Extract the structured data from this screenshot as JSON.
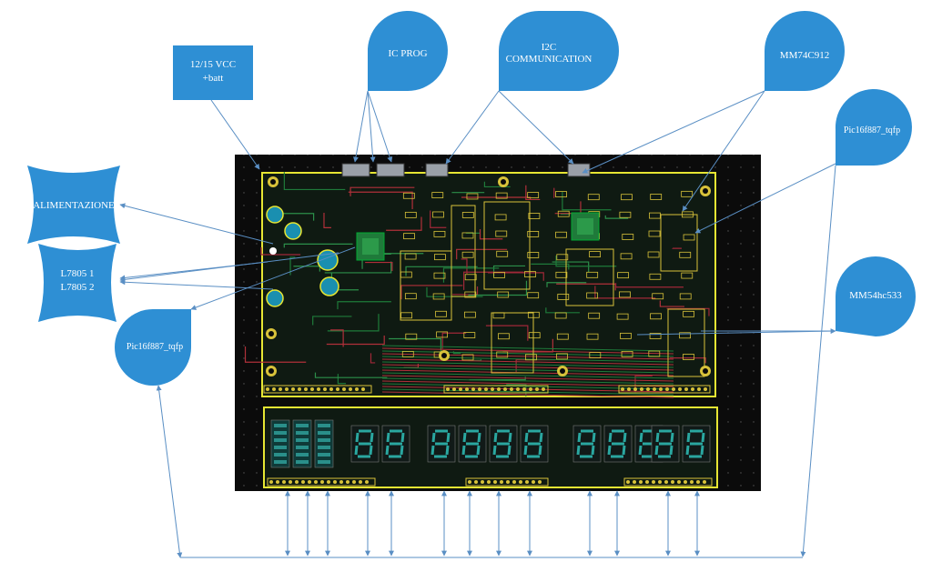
{
  "colors": {
    "callout_fill": "#2e8fd4",
    "arrow": "#5a8fc4",
    "board_bg": "#0b0b0b",
    "board_outline": "#e6e633",
    "copper_green": "#1f7a3a",
    "copper_red": "#b0303a",
    "pad": "#d8c23a",
    "display_segment": "#2aa7a0"
  },
  "callouts": {
    "vcc": {
      "line1": "12/15 VCC",
      "line2": "+batt",
      "shape": "rectangle-with-corner"
    },
    "ic_prog": {
      "text": "IC PROG",
      "shape": "teardrop"
    },
    "i2c": {
      "line1": "I2C",
      "line2": "COMMUNICATION",
      "shape": "teardrop"
    },
    "mm74c912": {
      "text": "MM74C912",
      "shape": "teardrop"
    },
    "pic_top_right": {
      "text": "Pic16f887_tqfp",
      "shape": "teardrop"
    },
    "alimentazione": {
      "text": "ALIMENTAZIONE",
      "shape": "concave-rectangle"
    },
    "l7805": {
      "line1": "L7805 1",
      "line2": "L7805 2",
      "shape": "concave-rectangle"
    },
    "pic_left": {
      "text": "Pic16f887_tqfp",
      "shape": "teardrop"
    },
    "mm54hc533": {
      "text": "MM54hc533",
      "shape": "teardrop"
    }
  },
  "board": {
    "display_groups": [
      2,
      4,
      3,
      2
    ]
  }
}
